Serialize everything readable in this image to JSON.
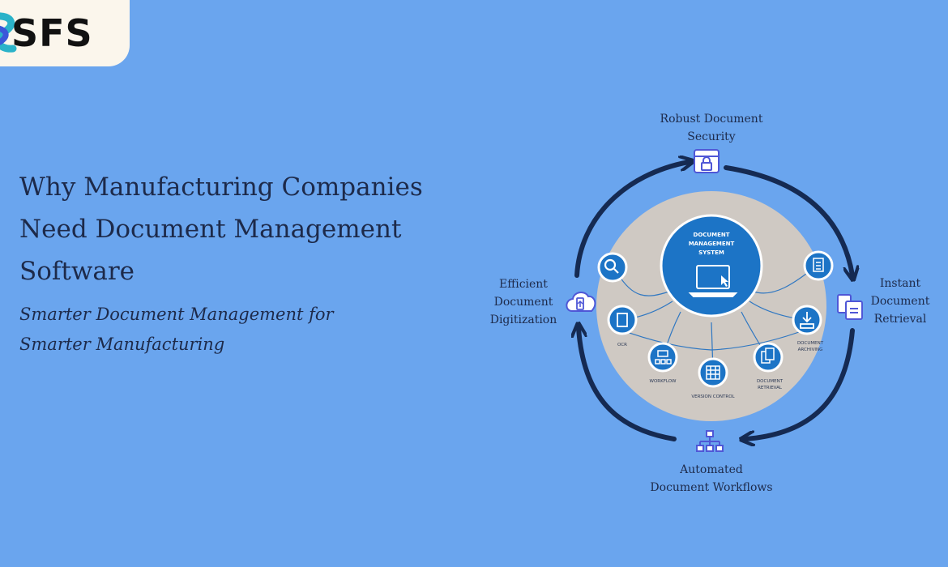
{
  "brand": {
    "logo_text": "SFS"
  },
  "heading": {
    "title_line1": "Why Manufacturing Companies",
    "title_line2": "Need Document Management",
    "title_line3": "Software",
    "subtitle_line1": "Smarter Document Management for",
    "subtitle_line2": "Smarter Manufacturing"
  },
  "cycle": {
    "security": {
      "line1": "Robust Document",
      "line2": "Security",
      "icon": "lock-icon"
    },
    "retrieval": {
      "line1": "Instant",
      "line2": "Document",
      "line3": "Retrieval",
      "icon": "clipboard-icon"
    },
    "workflows": {
      "line1": "Automated",
      "line2": "Document Workflows",
      "icon": "hierarchy-icon"
    },
    "digitization": {
      "line1": "Efficient",
      "line2": "Document",
      "line3": "Digitization",
      "icon": "cloud-upload-icon"
    }
  },
  "dms": {
    "center_line1": "DOCUMENT",
    "center_line2": "MANAGEMENT",
    "center_line3": "SYSTEM",
    "nodes": {
      "ocr": "OCR",
      "workflow": "WORKFLOW",
      "version_control": "VERSION CONTROL",
      "retrieval_1": "DOCUMENT",
      "retrieval_2": "RETRIEVAL",
      "archiving_1": "DOCUMENT",
      "archiving_2": "ARCHIVING"
    }
  },
  "colors": {
    "background": "#6aa5ee",
    "logo_bg": "#fbf6ec",
    "arrows": "#152a52",
    "disc": "#cfc9c3",
    "dms_blue": "#1c74c6",
    "icon_blue": "#4f57d6"
  }
}
